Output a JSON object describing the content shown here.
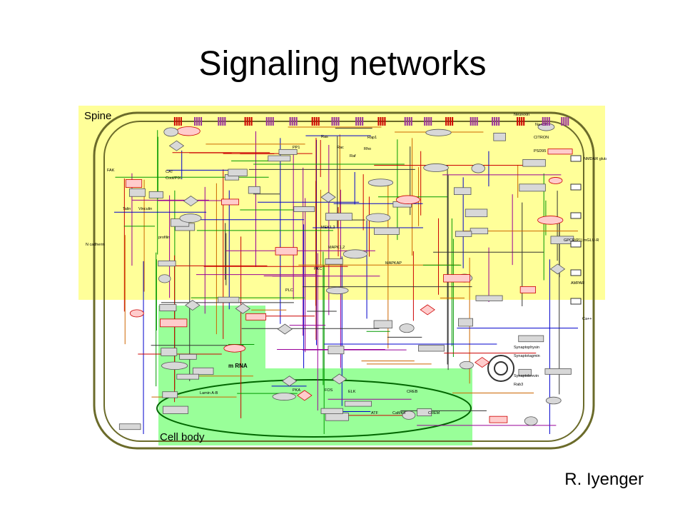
{
  "slide": {
    "title": "Signaling networks",
    "credit": "R. Iyenger"
  },
  "diagram": {
    "spine_label": "Spine",
    "cell_body_label": "Cell body",
    "mrna_label": "m RNA",
    "colors": {
      "spine_fill": "#ffff99",
      "cell_body_fill": "#99ff99",
      "membrane": "#6b6b2a",
      "node_border": "#555555",
      "node_fill": "#d8d8d8",
      "red_path": "#cc0000",
      "blue_path": "#0000cc",
      "green_path": "#009900",
      "purple_path": "#990099",
      "orange_path": "#cc6600"
    },
    "node_labels": [
      "FAK",
      "CAT",
      "Cool/PIX",
      "profilin",
      "Talin",
      "Vinculin",
      "MEK1,2",
      "MAPK1,2",
      "MAPKAP",
      "CaMKII",
      "NMDAR glutamate",
      "GPCR(P1) mGLU-R",
      "AMPAR",
      "CITRON",
      "PSD95",
      "Rho",
      "Rac",
      "Neurexin",
      "Na+Ch",
      "Ca++",
      "N cadherin",
      "Lamin A-B",
      "CREB",
      "CREM",
      "ATF",
      "FOS",
      "ELK",
      "PKA",
      "PKC",
      "PLC",
      "PP1",
      "Raf",
      "Ras",
      "Rap1",
      "Synaptophysin",
      "Synaptotagmin",
      "Synaptobrevin",
      "Rab3"
    ]
  }
}
